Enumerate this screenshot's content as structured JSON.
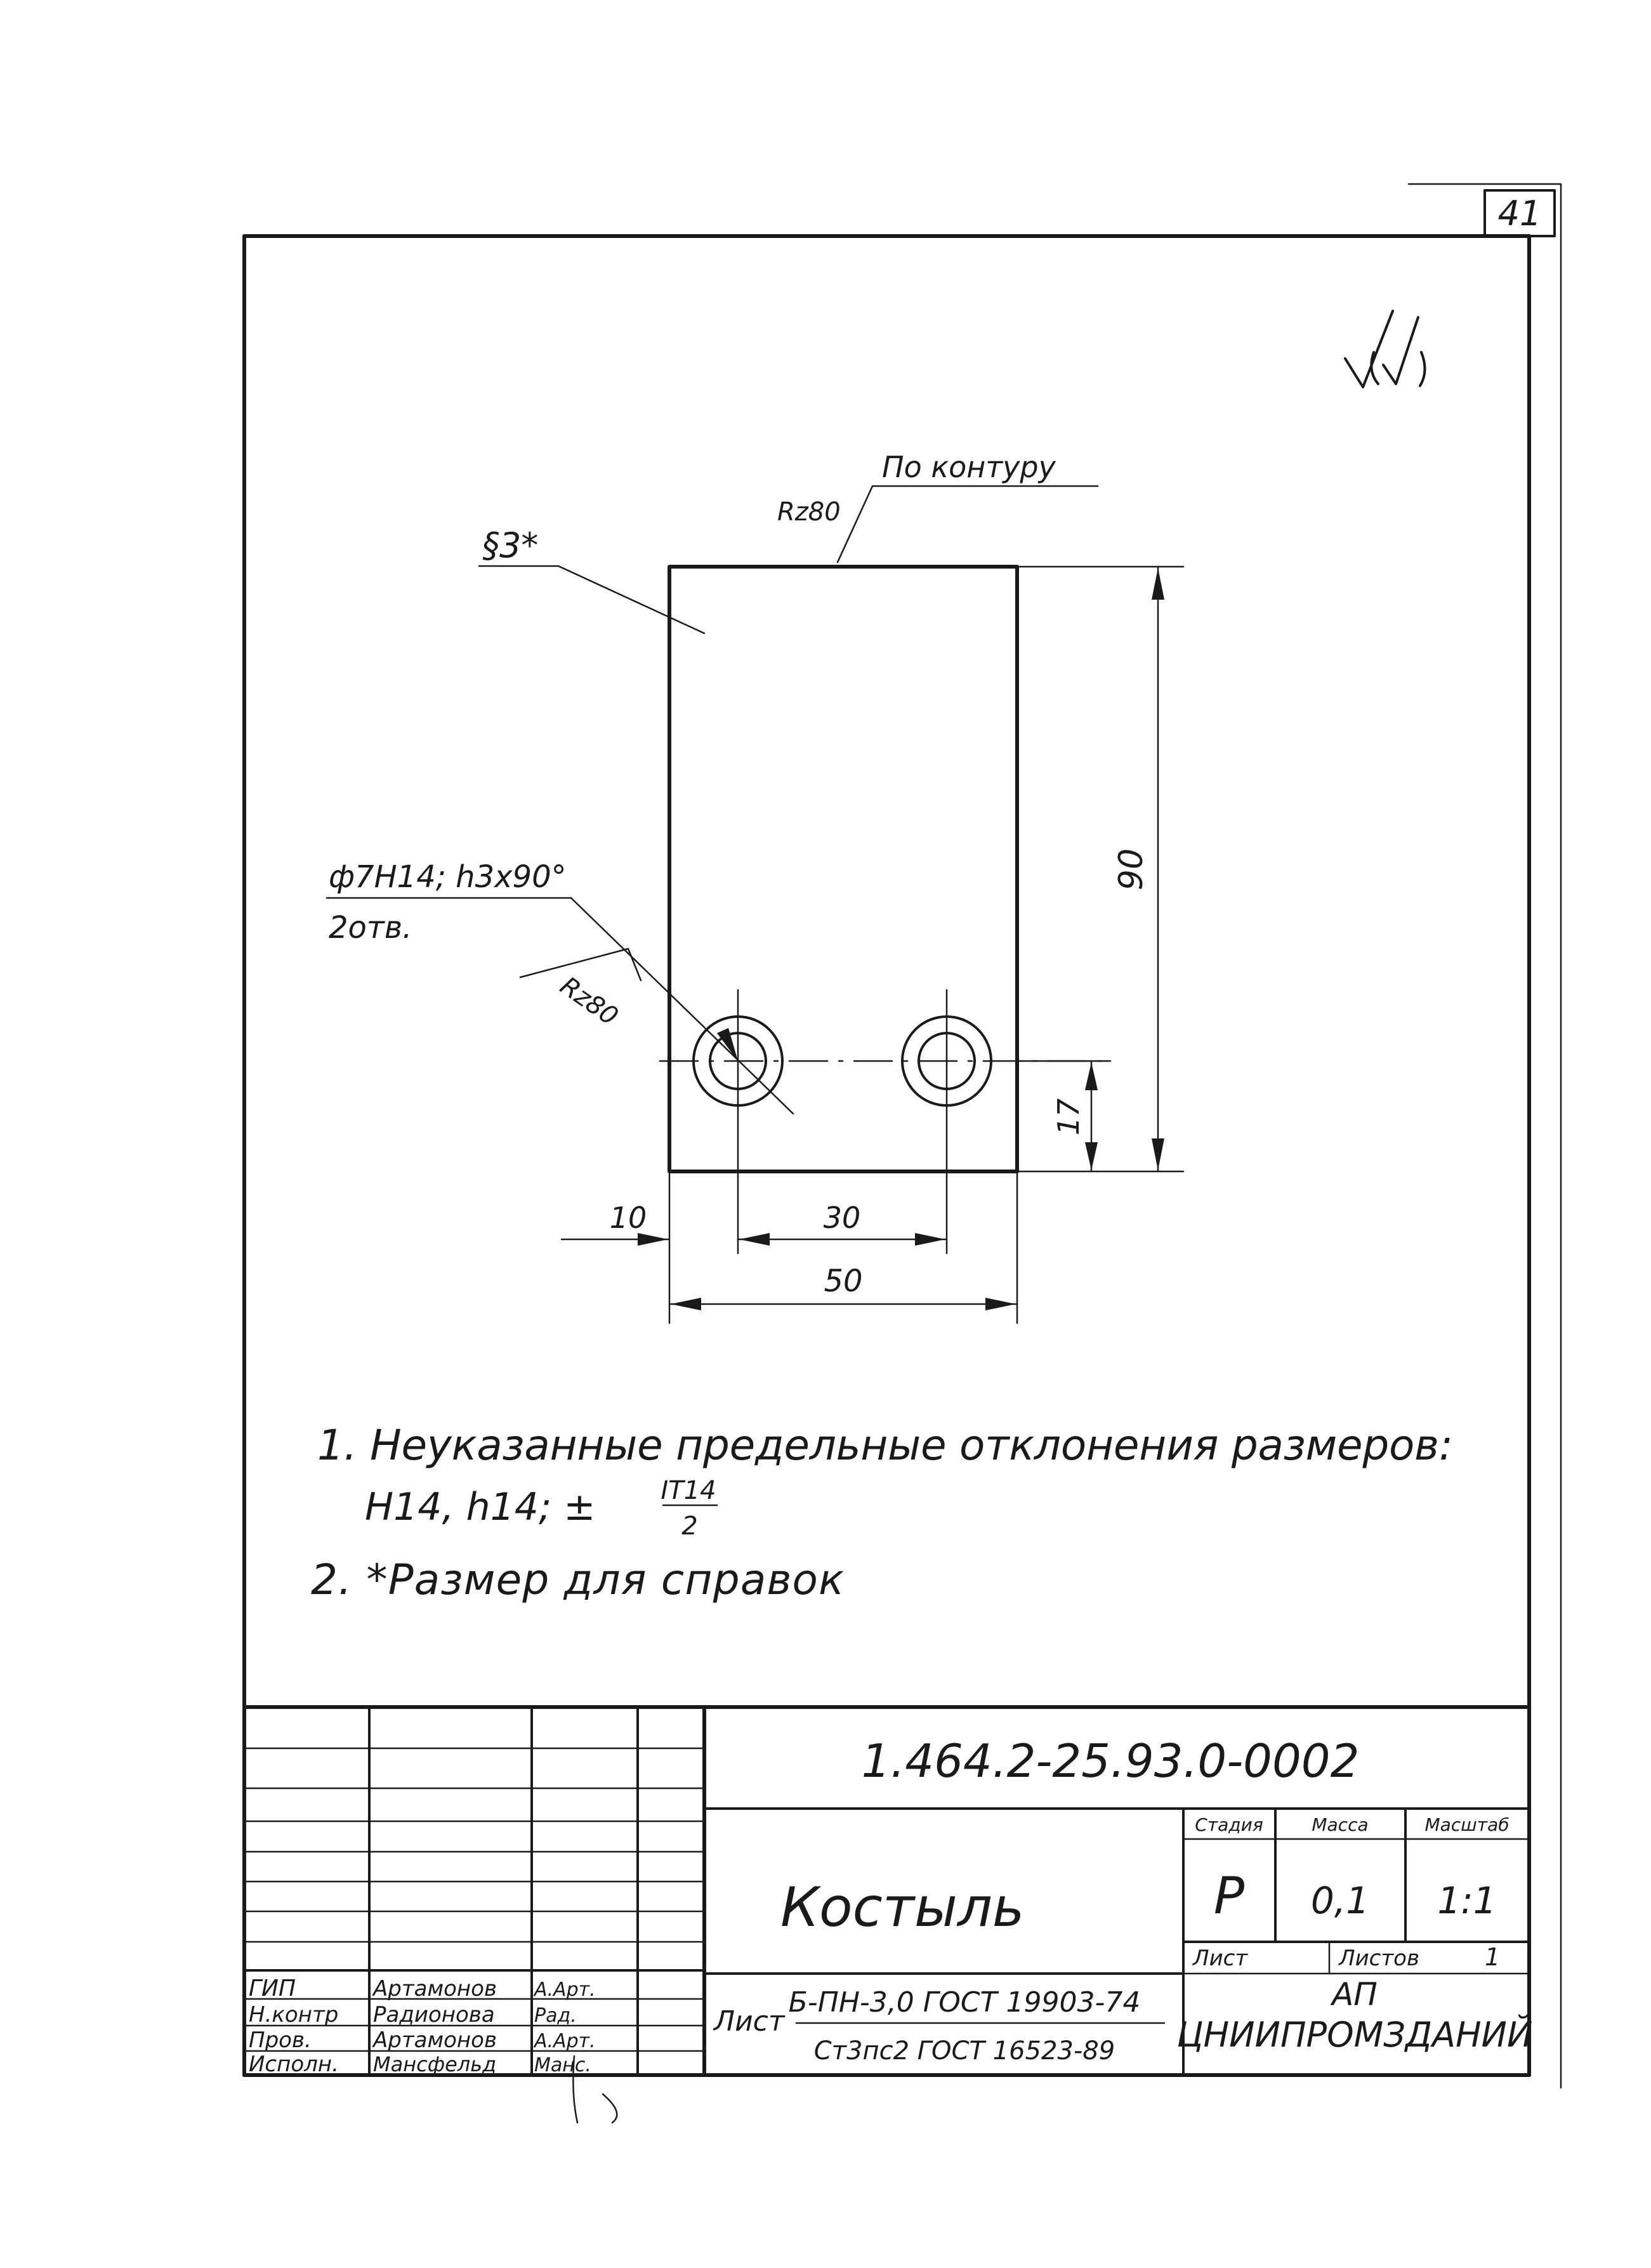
{
  "sheet": {
    "number": "41",
    "roughness_symbol": "√(√)"
  },
  "drawing": {
    "thickness_label": "§3*",
    "contour_note": "По контуру",
    "roughness_top": "Rz80",
    "roughness_left": "Rz80",
    "hole_callout_line1": "ф7H14; h3x90°",
    "hole_callout_line2": "2отв.",
    "dim_height": "90",
    "dim_hole_offset_y": "17",
    "dim_hole_offset_x": "10",
    "dim_hole_spacing": "30",
    "dim_width": "50"
  },
  "notes": {
    "note1_line1": "1. Неуказанные предельные отклонения размеров:",
    "note1_line2": "H14, h14; ±",
    "note1_fraction_num": "IT14",
    "note1_fraction_den": "2",
    "note2": "2. *Размер для справок"
  },
  "title_block": {
    "document_code": "1.464.2-25.93.0-0002",
    "part_name": "Костыль",
    "col_stage": "Стадия",
    "col_mass": "Масса",
    "col_scale": "Масштаб",
    "stage_value": "Р",
    "mass_value": "0,1",
    "scale_value": "1:1",
    "sheet_label": "Лист",
    "sheets_label": "Листов",
    "sheets_value": "1",
    "material_prefix": "Лист",
    "material_top": "Б-ПН-3,0 ГОСТ 19903-74",
    "material_bottom": "Ст3пс2 ГОСТ 16523-89",
    "org_line1": "АП",
    "org_line2": "ЦНИИПРОМЗДАНИЙ",
    "signatures": [
      {
        "role": "ГИП",
        "name": "Артамонов",
        "sign": "А.Арт."
      },
      {
        "role": "Н.контр",
        "name": "Радионова",
        "sign": "Рад."
      },
      {
        "role": "Пров.",
        "name": "Артамонов",
        "sign": "А.Арт."
      },
      {
        "role": "Исполн.",
        "name": "Мансфельд",
        "sign": "Манс."
      }
    ]
  }
}
